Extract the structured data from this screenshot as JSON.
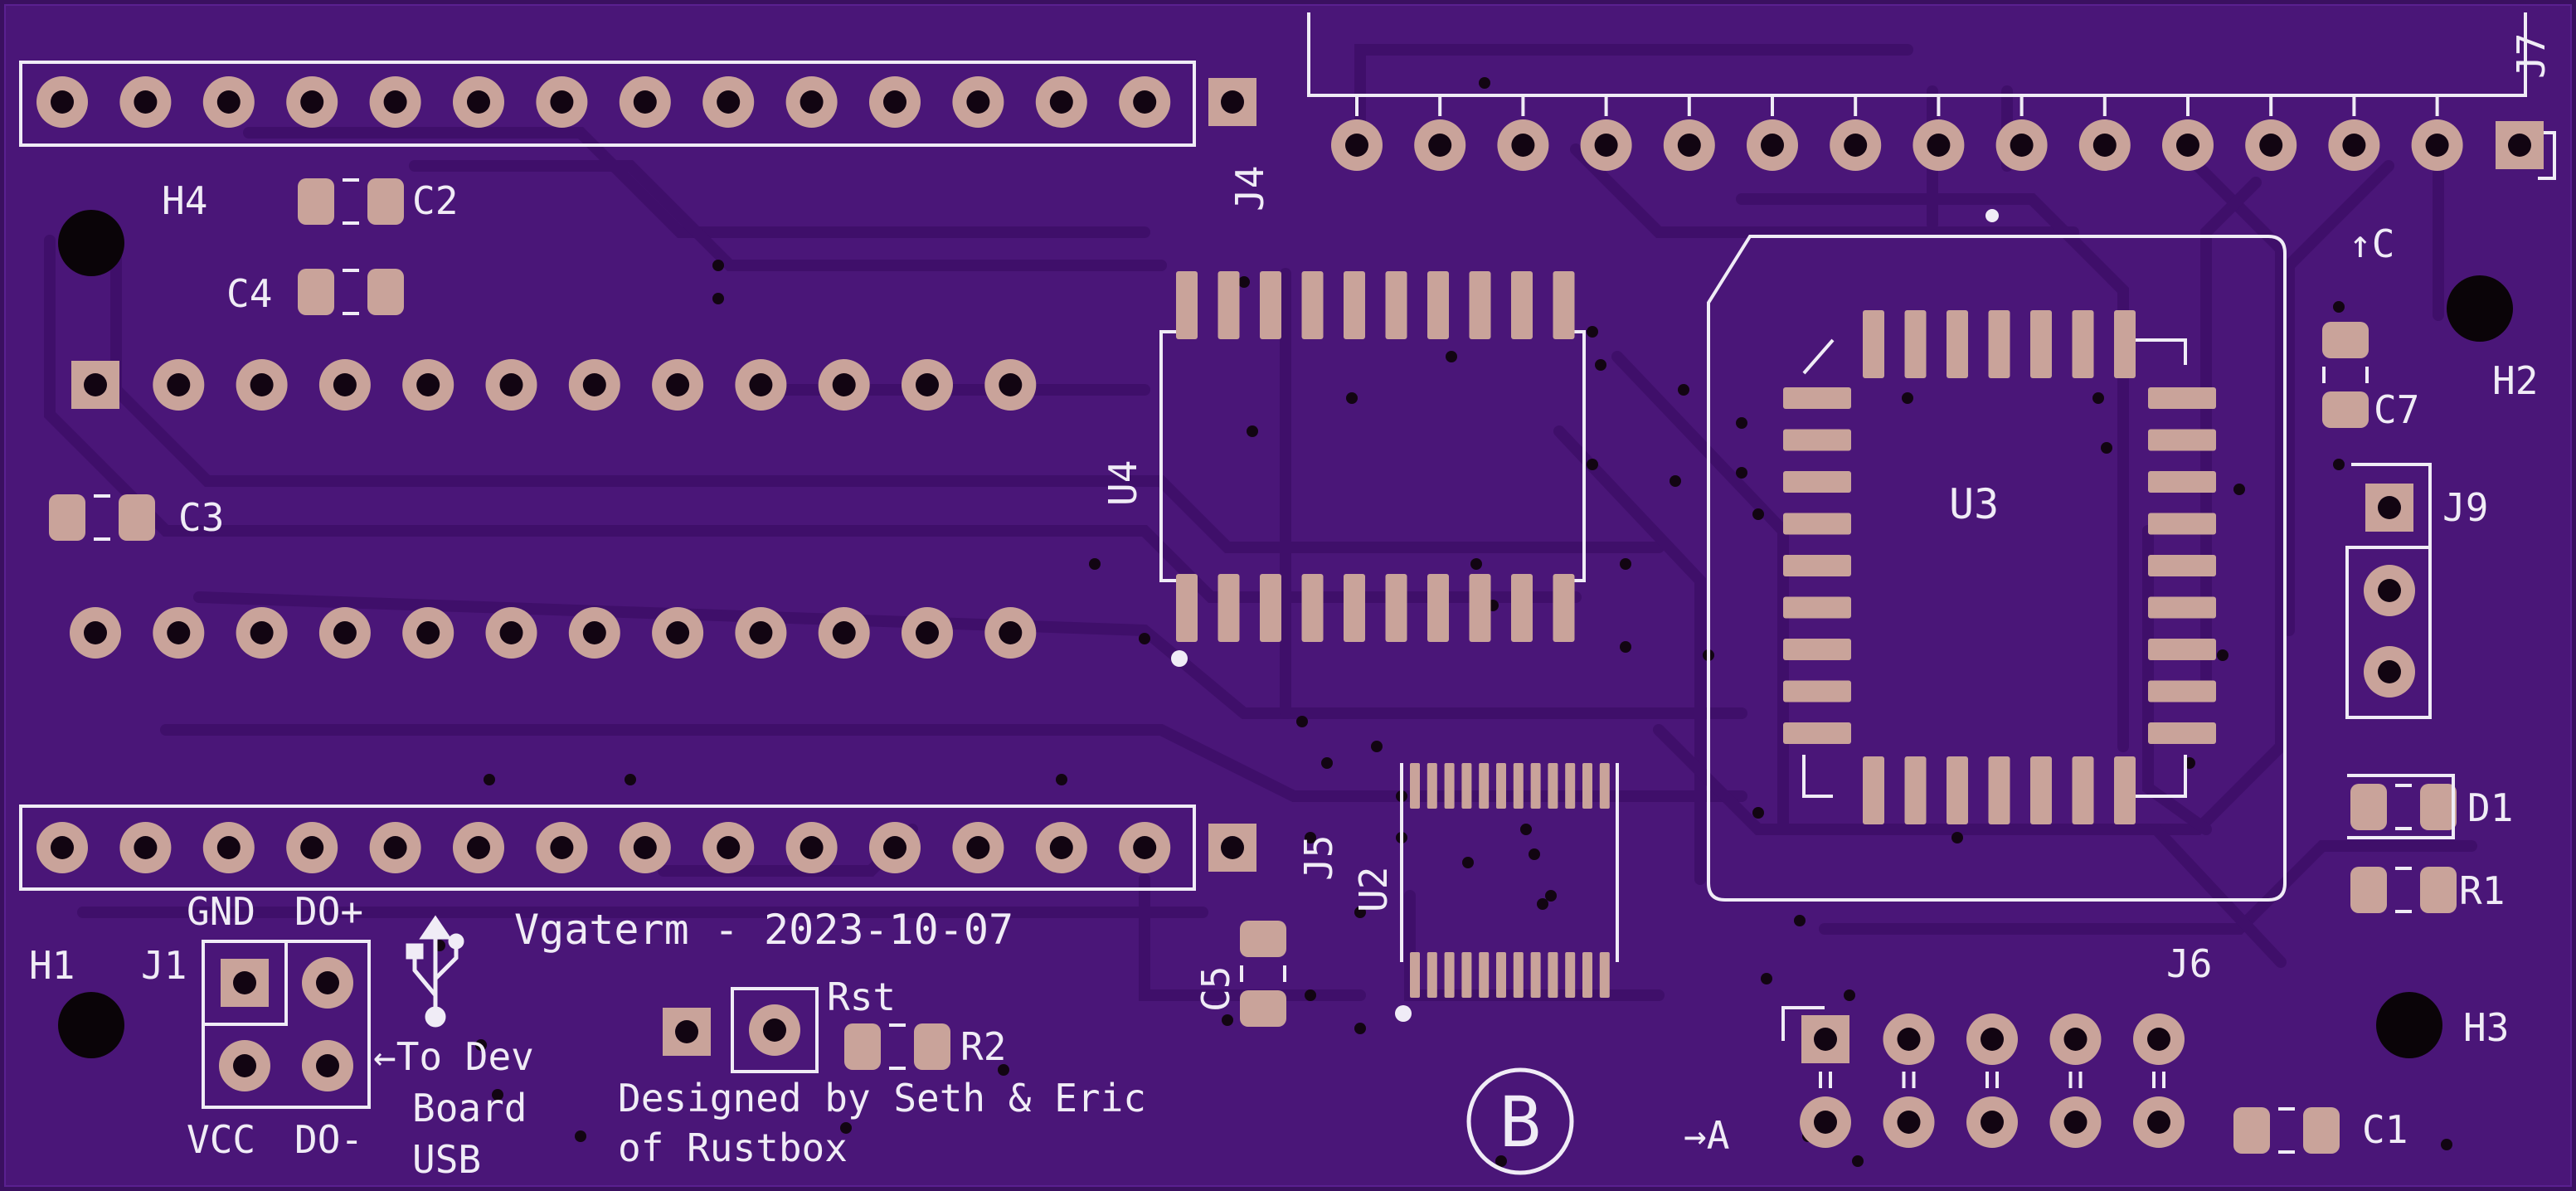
{
  "colors": {
    "board": "#4a1678",
    "trace": "#3f0f6a",
    "silk": "#f0ecf6",
    "pad": "#c9a39a",
    "hole": "#120512"
  },
  "labels": {
    "h4": "H4",
    "h1": "H1",
    "h2": "H2",
    "h3": "H3",
    "j4": "J4",
    "j7": "J7",
    "j1": "J1",
    "j5": "J5",
    "j6": "J6",
    "j9": "J9",
    "u4": "U4",
    "u3": "U3",
    "u2": "U2",
    "c1": "C1",
    "c2": "C2",
    "c3": "C3",
    "c4": "C4",
    "c5": "C5",
    "c7": "C7",
    "d1": "D1",
    "r1": "R1",
    "r2": "R2",
    "gnd": "GND",
    "do_plus": "DO+",
    "vcc": "VCC",
    "do_minus": "DO-",
    "to_dev": "←To Dev",
    "board_word": "Board",
    "usb_word": "USB",
    "rst": "Rst",
    "arrow_c": "↑C",
    "arrow_a": "→A",
    "title": "Vgaterm - 2023-10-07",
    "designed_1": "Designed by Seth & Eric",
    "designed_2": "of Rustbox",
    "logo_letter": "B"
  }
}
